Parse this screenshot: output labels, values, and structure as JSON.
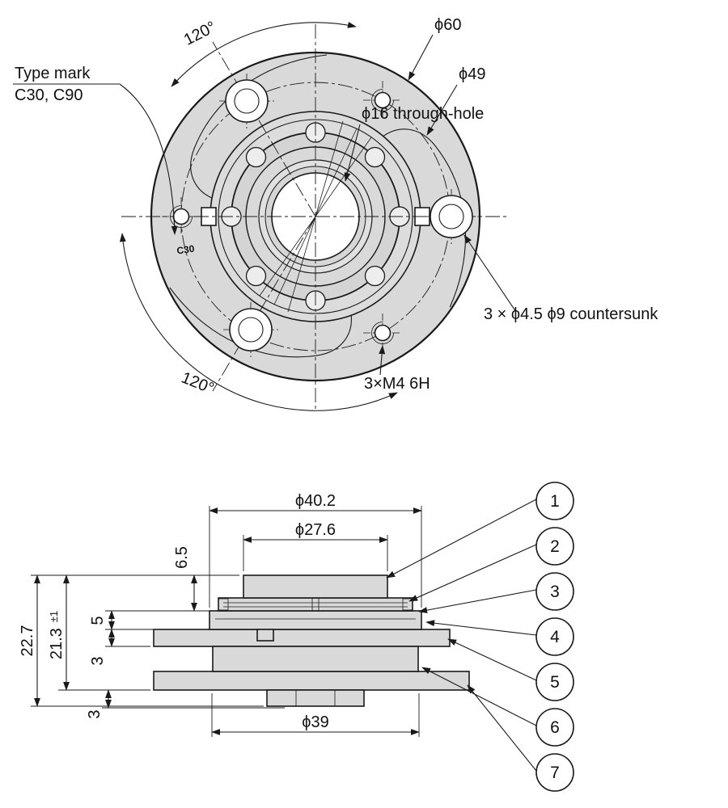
{
  "drawing": {
    "top_view": {
      "type_mark_line1": "Type mark",
      "type_mark_line2": "C30, C90",
      "angle_top": "120°",
      "angle_bottom": "120°",
      "dia_outer": "ϕ60",
      "dia_bolt_circle": "ϕ49",
      "through_hole": "ϕ16 through-hole",
      "countersunk_note": "3 × ϕ4.5 ϕ9 countersunk",
      "tapped_note": "3×M4 6H",
      "part_marking": "C30"
    },
    "side_view": {
      "dia_40_2": "ϕ40.2",
      "dia_27_6": "ϕ27.6",
      "dia_39": "ϕ39",
      "height_total": "22.7",
      "height_21_3": "21.3",
      "height_21_3_tol": "±1",
      "height_6_5": "6.5",
      "height_5": "5",
      "height_3_upper": "3",
      "height_3_lower": "3",
      "balloons": [
        "1",
        "2",
        "3",
        "4",
        "5",
        "6",
        "7"
      ]
    },
    "colors": {
      "part_fill": "#d9d9d9",
      "line": "#1a1a1a",
      "background": "#ffffff"
    }
  }
}
